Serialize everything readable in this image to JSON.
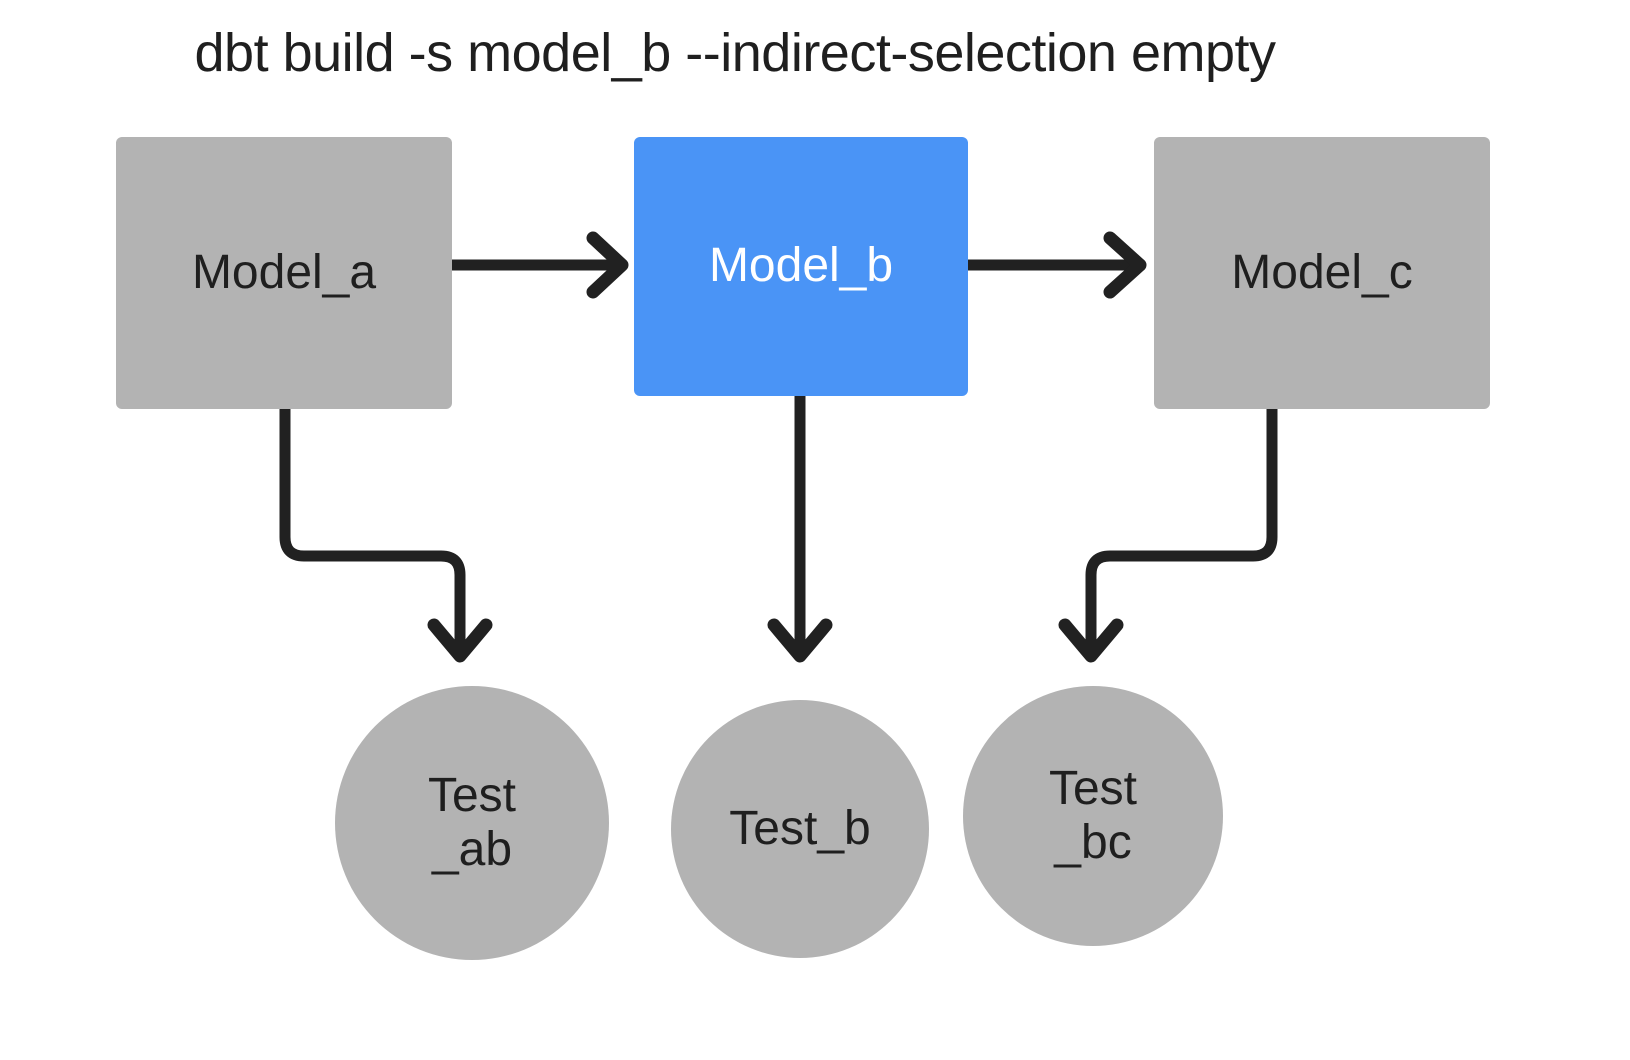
{
  "diagram": {
    "title": "dbt build -s model_b --indirect-selection empty",
    "colors": {
      "background": "#ffffff",
      "node_default": "#b3b3b3",
      "node_selected": "#4a94f6",
      "edge": "#212121",
      "text_default": "#1f1f1f",
      "text_selected": "#ffffff"
    },
    "models": [
      {
        "id": "model_a",
        "label": "Model_a",
        "state": "unselected",
        "shape": "rectangle"
      },
      {
        "id": "model_b",
        "label": "Model_b",
        "state": "selected",
        "shape": "rectangle"
      },
      {
        "id": "model_c",
        "label": "Model_c",
        "state": "unselected",
        "shape": "rectangle"
      }
    ],
    "tests": [
      {
        "id": "test_ab",
        "label": "Test\n_ab",
        "state": "unselected",
        "shape": "circle"
      },
      {
        "id": "test_b",
        "label": "Test_b",
        "state": "unselected",
        "shape": "circle"
      },
      {
        "id": "test_bc",
        "label": "Test\n_bc",
        "state": "unselected",
        "shape": "circle"
      }
    ],
    "edges": [
      {
        "from": "model_a",
        "to": "model_b",
        "style": "arrow-right"
      },
      {
        "from": "model_b",
        "to": "model_c",
        "style": "arrow-right"
      },
      {
        "from": "model_a",
        "to": "test_ab",
        "style": "arrow-down-elbow"
      },
      {
        "from": "model_b",
        "to": "test_b",
        "style": "arrow-down"
      },
      {
        "from": "model_c",
        "to": "test_bc",
        "style": "arrow-down-elbow"
      }
    ]
  }
}
